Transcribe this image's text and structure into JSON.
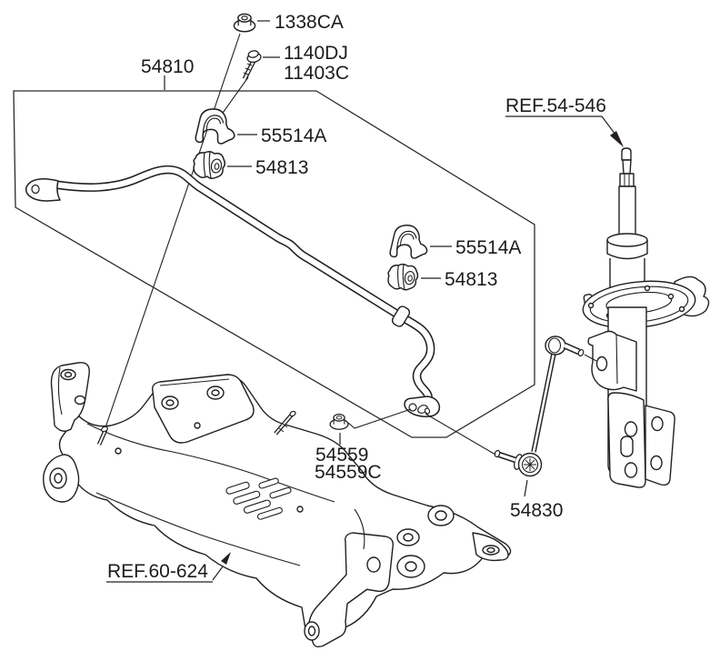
{
  "diagram": {
    "bg_color": "#ffffff",
    "line_color": "#231f20",
    "callouts": {
      "nut": "1338CA",
      "bolt_a": "1140DJ",
      "bolt_b": "11403C",
      "stabilizer_bar_assy": "54810",
      "bracket_left": "55514A",
      "bushing_left": "54813",
      "bracket_right": "55514A",
      "bushing_right": "54813",
      "ref_strut": "REF.54-546",
      "link_nut_a": "54559",
      "link_nut_b": "54559C",
      "stabilizer_link": "54830",
      "ref_crossmember": "REF.60-624"
    }
  }
}
